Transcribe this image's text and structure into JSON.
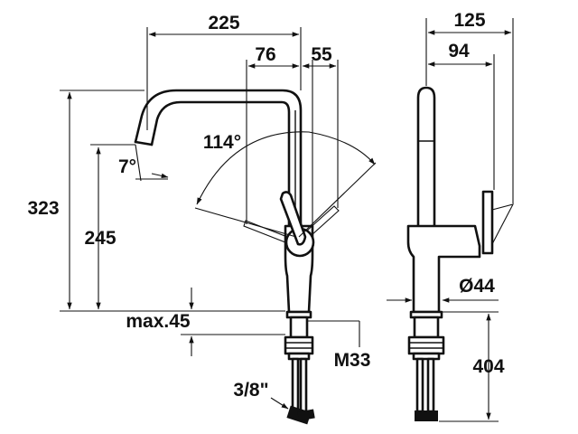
{
  "dimensions": {
    "width_total": "225",
    "handle_offset": "76",
    "spout_base": "55",
    "side_depth": "125",
    "side_handle": "94",
    "height_total": "323",
    "spout_height": "245",
    "spout_angle": "7°",
    "swivel_angle": "114°",
    "max_thickness": "max.45",
    "thread": "M33",
    "hose_connection": "3/8\"",
    "base_diameter": "Ø44",
    "hose_length": "404"
  },
  "colors": {
    "line": "#111111",
    "background": "#ffffff"
  }
}
